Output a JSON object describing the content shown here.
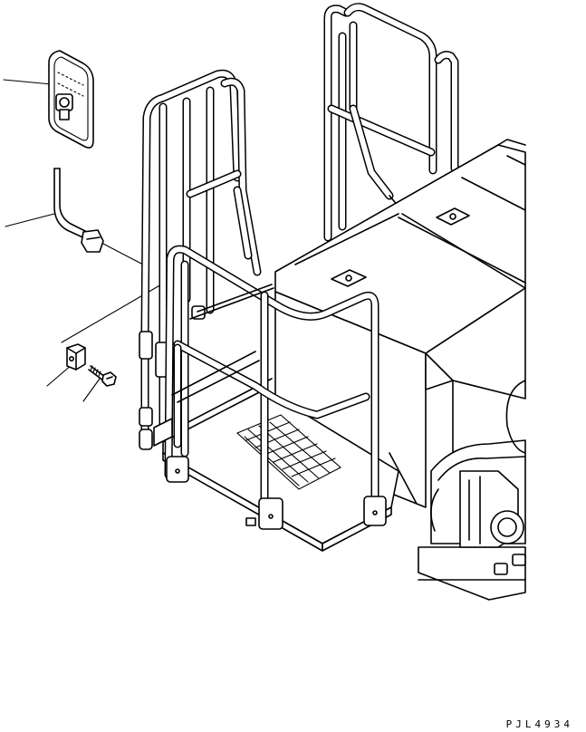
{
  "drawing_code": "PJL4934",
  "parts": [
    {
      "name": "mirror"
    },
    {
      "name": "mirror-stay"
    },
    {
      "name": "clamp-bracket"
    },
    {
      "name": "mounting-bolt"
    }
  ]
}
